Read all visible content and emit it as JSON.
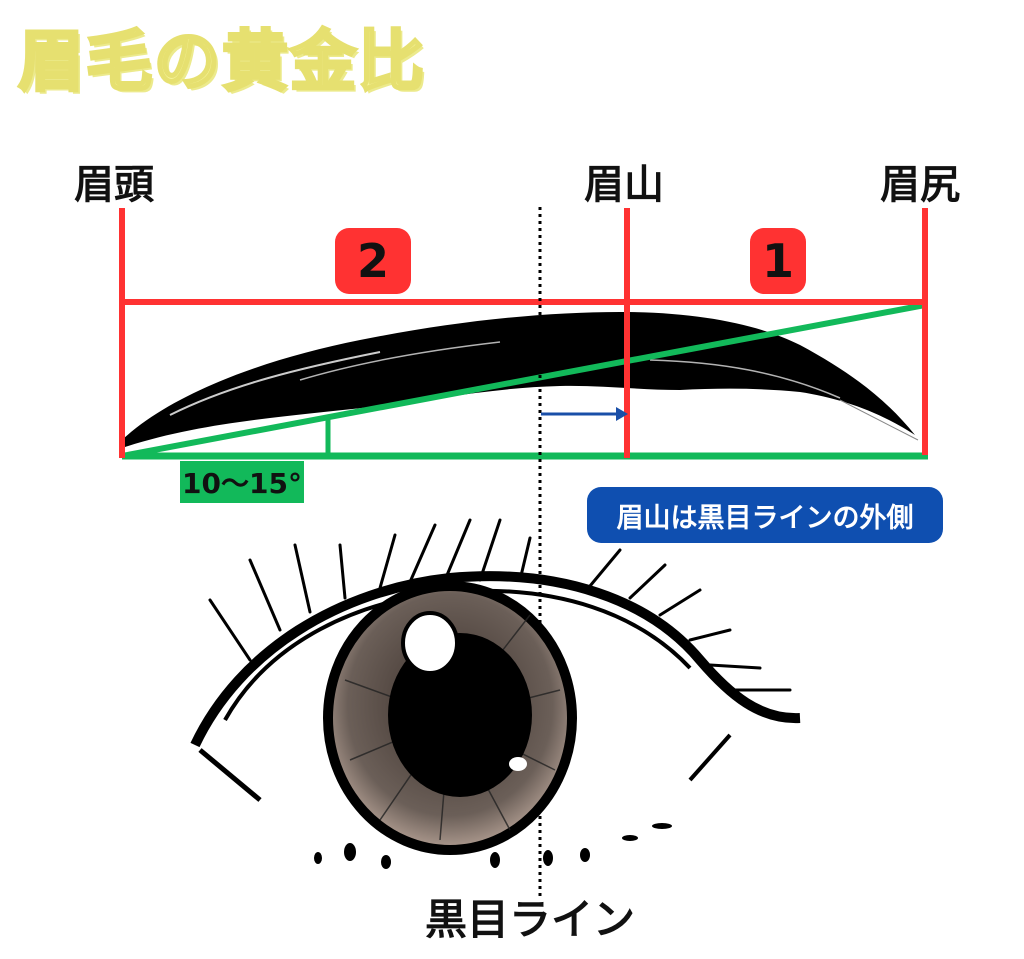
{
  "title": "眉毛の黄金比",
  "points": {
    "head": "眉頭",
    "peak": "眉山",
    "tail": "眉尻"
  },
  "ratio": {
    "left_segment": "2",
    "right_segment": "1"
  },
  "angle_label": "10〜15°",
  "note": "眉山は黒目ラインの外側",
  "pupil_line_label": "黒目ライン",
  "colors": {
    "title_fill": "#f6f49a",
    "guide_red": "#ff3232",
    "guide_green": "#12b95a",
    "note_blue": "#0f4fb0",
    "arrow_blue": "#1a4fa8"
  }
}
